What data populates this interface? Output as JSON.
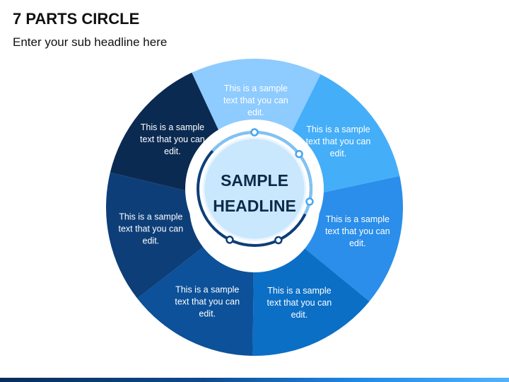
{
  "header": {
    "title": "7 PARTS CIRCLE",
    "subtitle": "Enter your sub headline here"
  },
  "center": {
    "line1": "SAMPLE",
    "line2": "HEADLINE"
  },
  "segments": [
    {
      "lines": [
        "This is a sample",
        "text that you can",
        "edit."
      ],
      "color": "#8ecbff"
    },
    {
      "lines": [
        "This is a sample",
        "text that you can",
        "edit."
      ],
      "color": "#45aef8"
    },
    {
      "lines": [
        "This is a sample",
        "text that you can",
        "edit."
      ],
      "color": "#2a8eea"
    },
    {
      "lines": [
        "This is a sample",
        "text that you can",
        "edit."
      ],
      "color": "#0b6fc6"
    },
    {
      "lines": [
        "This is a sample",
        "text that you can",
        "edit."
      ],
      "color": "#0c5199"
    },
    {
      "lines": [
        "This is a sample",
        "text that you can",
        "edit."
      ],
      "color": "#0d3e78"
    },
    {
      "lines": [
        "This is a sample",
        "text that you can",
        "edit."
      ],
      "color": "#0b2a52"
    }
  ]
}
